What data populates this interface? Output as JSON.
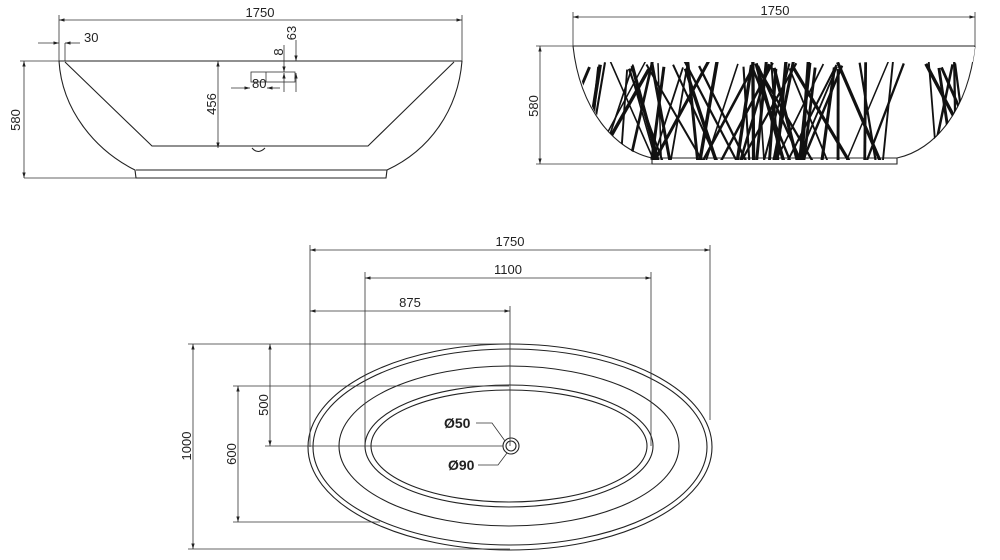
{
  "side_view": {
    "width": "1750",
    "rim": "30",
    "overflow_top": "63",
    "overflow_gap": "8",
    "overflow_width": "80",
    "inner_depth": "456",
    "height": "580"
  },
  "front_view": {
    "width": "1750",
    "height": "580"
  },
  "top_view": {
    "length": "1750",
    "inner_length": "1100",
    "drain_offset": "875",
    "width": "1000",
    "inner_width": "600",
    "drain_side_offset": "500",
    "drain_inner": "Ø50",
    "drain_outer": "Ø90"
  }
}
